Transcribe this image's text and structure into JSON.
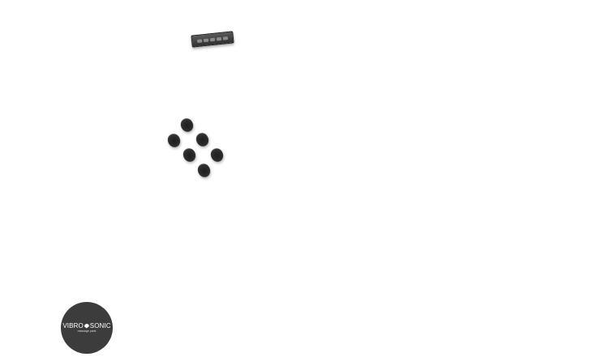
{
  "logo": {
    "word_left": "VIBRO",
    "word_right": "SONIC",
    "tagline": "massage pads",
    "background": "#3c3c3c",
    "text_color": "#ffffff"
  },
  "panel": {
    "icon": "control-panel-icon",
    "color": "#3a3a3a"
  },
  "nodes": {
    "icon": "massage-node-icon",
    "count": 6,
    "color": "#2b2b2b"
  }
}
